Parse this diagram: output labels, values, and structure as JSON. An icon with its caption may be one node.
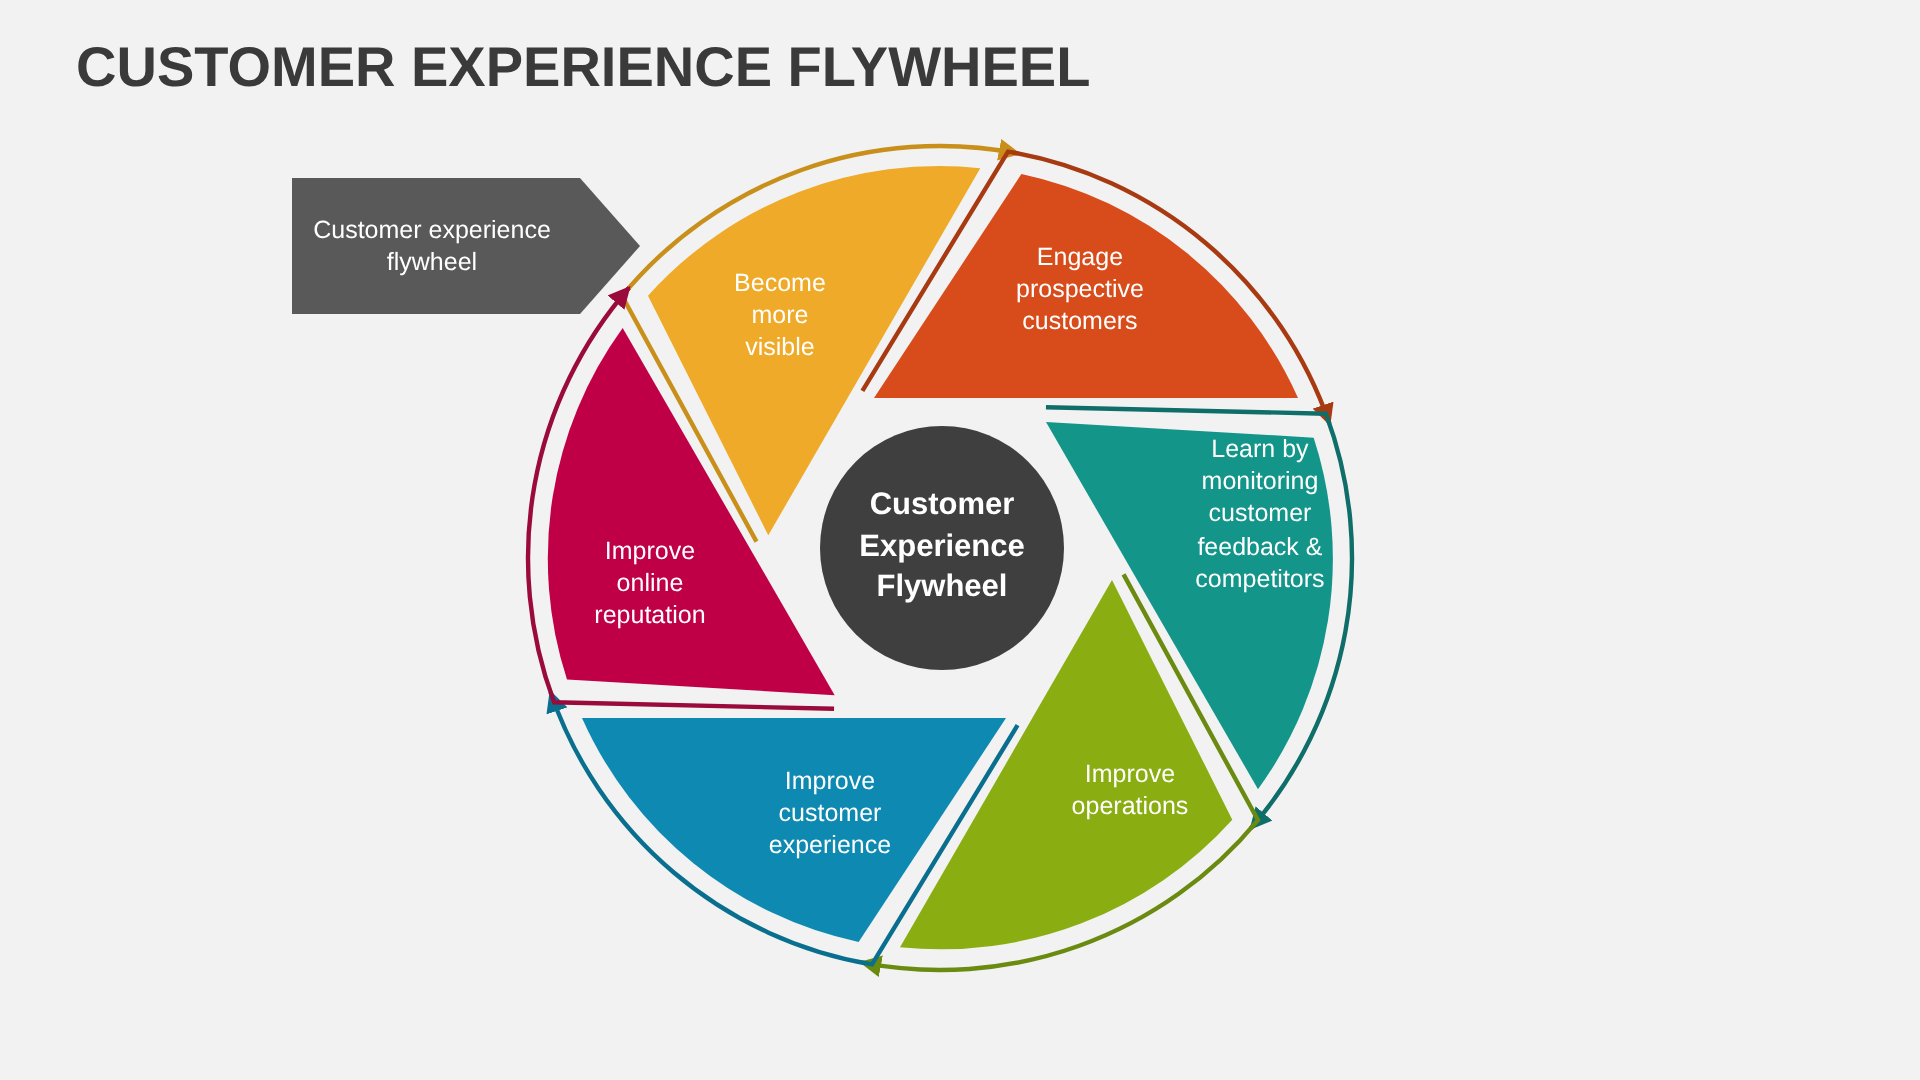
{
  "diagram": {
    "title": "CUSTOMER EXPERIENCE FLYWHEEL",
    "nodes": [
      {
        "text": [
          "Customer experience flywheel"
        ]
      },
      {
        "text": [
          "Become more visible"
        ]
      },
      {
        "text": [
          "Engage prospective customers"
        ]
      },
      {
        "text": [
          "Learn by monitoring customer feedback & competitors"
        ]
      },
      {
        "text": [
          "Customer Experience Flywheel"
        ]
      },
      {
        "text": [
          "Improve online reputation"
        ]
      },
      {
        "text": [
          "Improve operations"
        ]
      },
      {
        "text": [
          "Improve customer experience"
        ]
      }
    ],
    "edges": [
      {
        "from": 1,
        "to": 2,
        "arrow": "to",
        "color": "#c8901a"
      },
      {
        "from": 2,
        "to": 3,
        "arrow": "to",
        "color": "#a83a12"
      },
      {
        "from": 3,
        "to": 6,
        "arrow": "to",
        "color": "#0f6e6a"
      },
      {
        "from": 6,
        "to": 7,
        "arrow": "to",
        "color": "#6b8a10"
      },
      {
        "from": 7,
        "to": 5,
        "arrow": "to",
        "color": "#0a6f8f"
      },
      {
        "from": 5,
        "to": 1,
        "arrow": "to",
        "color": "#9a0a3a"
      }
    ]
  }
}
